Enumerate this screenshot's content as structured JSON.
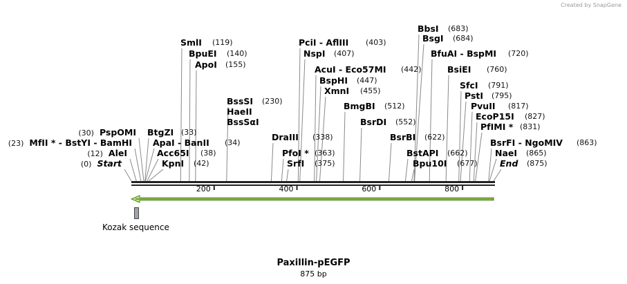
{
  "credit": "Created by SnapGene",
  "title": "Paxillin-pEGFP",
  "length": "875 bp",
  "total_bp": 875,
  "ticks": [
    "200",
    "400",
    "600",
    "800"
  ],
  "feature": {
    "label": "Kozak sequence",
    "color": "#9ea3ad"
  },
  "orf": {
    "direction": "reverse",
    "color": "#b8f06c"
  },
  "sites": [
    {
      "name": "Start",
      "pos": "(0)",
      "bp": 0,
      "italic": true
    },
    {
      "name": "AleI",
      "pos": "(12)",
      "bp": 12
    },
    {
      "name": "MfII * - BstYI - BamHI",
      "pos": "(23)",
      "bp": 23
    },
    {
      "name": "PspOMI",
      "pos": "(30)",
      "bp": 30
    },
    {
      "name": "BtgZI",
      "pos": "(33)",
      "bp": 33
    },
    {
      "name": "ApaI - BanII",
      "pos": "(34)",
      "bp": 34
    },
    {
      "name": "Acc65I",
      "pos": "(38)",
      "bp": 38
    },
    {
      "name": "KpnI",
      "pos": "(42)",
      "bp": 42
    },
    {
      "name": "SmlI",
      "pos": "(119)",
      "bp": 119
    },
    {
      "name": "BpuEI",
      "pos": "(140)",
      "bp": 140
    },
    {
      "name": "ApoI",
      "pos": "(155)",
      "bp": 155
    },
    {
      "name": "BssSI",
      "pos": "(230)",
      "bp": 230
    },
    {
      "name": "HaeII",
      "pos": "",
      "bp": 230
    },
    {
      "name": "BssSαI",
      "pos": "",
      "bp": 230
    },
    {
      "name": "DraIII",
      "pos": "(338)",
      "bp": 338
    },
    {
      "name": "PfoI *",
      "pos": "(363)",
      "bp": 363
    },
    {
      "name": "SrfI",
      "pos": "(375)",
      "bp": 375
    },
    {
      "name": "PciI - AflIII",
      "pos": "(403)",
      "bp": 403
    },
    {
      "name": "NspI",
      "pos": "(407)",
      "bp": 407
    },
    {
      "name": "AcuI - Eco57MI",
      "pos": "(442)",
      "bp": 442
    },
    {
      "name": "BspHI",
      "pos": "(447)",
      "bp": 447
    },
    {
      "name": "XmnI",
      "pos": "(455)",
      "bp": 455
    },
    {
      "name": "BmgBI",
      "pos": "(512)",
      "bp": 512
    },
    {
      "name": "BsrDI",
      "pos": "(552)",
      "bp": 552
    },
    {
      "name": "BsrBI",
      "pos": "(622)",
      "bp": 622
    },
    {
      "name": "BstAPI",
      "pos": "(662)",
      "bp": 662
    },
    {
      "name": "Bpu10I",
      "pos": "(677)",
      "bp": 677
    },
    {
      "name": "BbsI",
      "pos": "(683)",
      "bp": 683
    },
    {
      "name": "BsgI",
      "pos": "(684)",
      "bp": 684
    },
    {
      "name": "BfuAI - BspMI",
      "pos": "(720)",
      "bp": 720
    },
    {
      "name": "BsiEI",
      "pos": "(760)",
      "bp": 760
    },
    {
      "name": "SfcI",
      "pos": "(791)",
      "bp": 791
    },
    {
      "name": "PstI",
      "pos": "(795)",
      "bp": 795
    },
    {
      "name": "PvuII",
      "pos": "(817)",
      "bp": 817
    },
    {
      "name": "EcoP15I",
      "pos": "(827)",
      "bp": 827
    },
    {
      "name": "PfIMI *",
      "pos": "(831)",
      "bp": 831
    },
    {
      "name": "BsrFI - NgoMIV",
      "pos": "(863)",
      "bp": 863
    },
    {
      "name": "NaeI",
      "pos": "(865)",
      "bp": 865
    },
    {
      "name": "End",
      "pos": "(875)",
      "bp": 875,
      "italic": true
    }
  ]
}
